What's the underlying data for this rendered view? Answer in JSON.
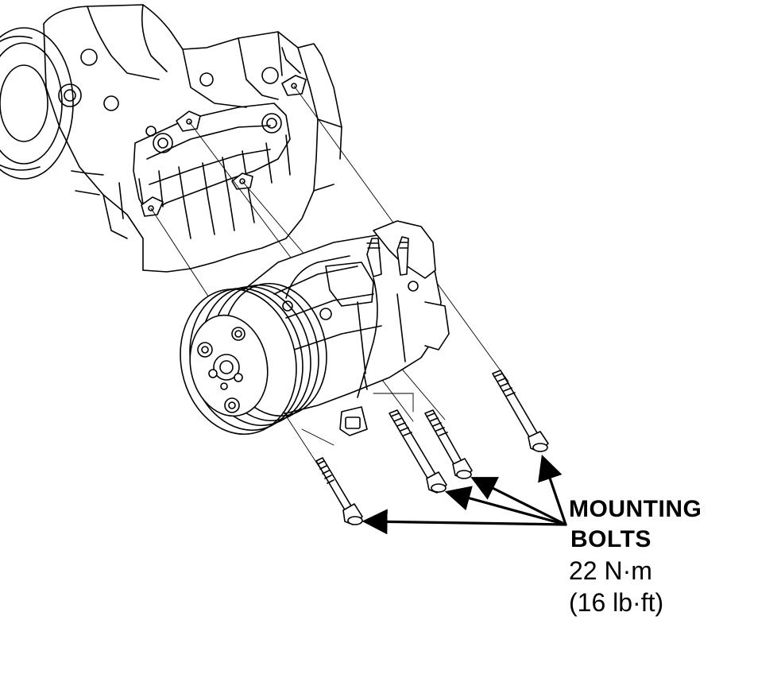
{
  "callout": {
    "line1": "MOUNTING",
    "line2": "BOLTS",
    "torque_metric": "22 N·m",
    "torque_imperial": "(16 lb·ft)"
  },
  "colors": {
    "line": "#000000",
    "background": "#ffffff"
  },
  "bolts": [
    {
      "name": "bolt-1"
    },
    {
      "name": "bolt-2"
    },
    {
      "name": "bolt-3"
    },
    {
      "name": "bolt-4"
    }
  ]
}
